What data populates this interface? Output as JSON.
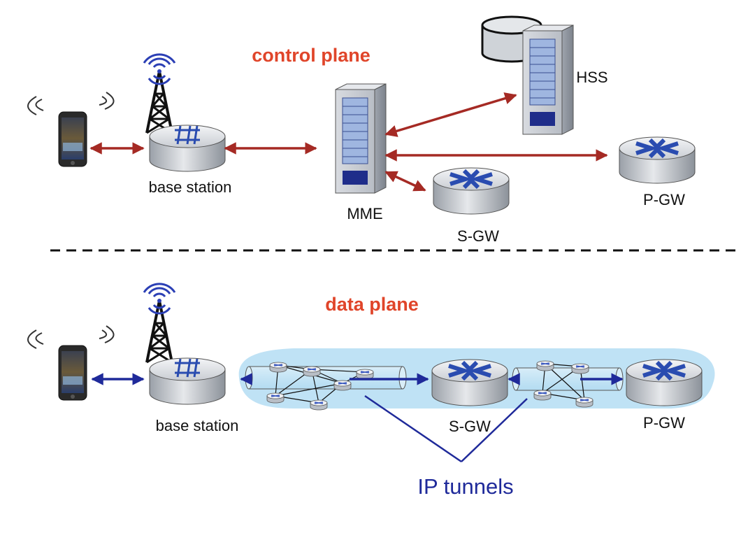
{
  "control_plane": {
    "title": "control plane",
    "base_station_label": "base station",
    "mme_label": "MME",
    "hss_label": "HSS",
    "sgw_label": "S-GW",
    "pgw_label": "P-GW"
  },
  "data_plane": {
    "title": "data plane",
    "base_station_label": "base station",
    "sgw_label": "S-GW",
    "pgw_label": "P-GW",
    "tunnels_label": "IP tunnels"
  },
  "colors": {
    "title_red": "#e0452a",
    "control_arrow": "#a52a24",
    "data_arrow": "#1f2a9a",
    "tunnel_fill": "#bfe2f5",
    "tunnels_label": "#1f2a9a",
    "antenna_blue": "#2b3fb5"
  },
  "icons": [
    "phone-icon",
    "cell-tower-icon",
    "base-station-router-icon",
    "router-icon",
    "server-icon",
    "database-icon",
    "ip-tunnel-pipe-icon"
  ]
}
